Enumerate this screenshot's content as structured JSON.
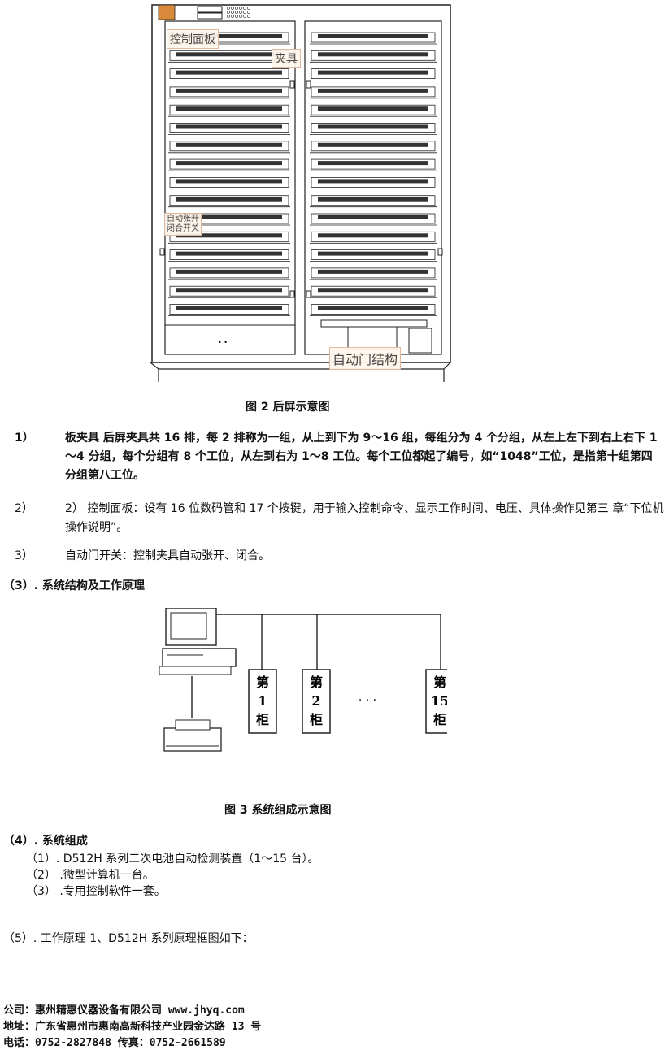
{
  "figure2": {
    "labels": {
      "control_panel": "控制面板",
      "fixture": "夹具",
      "auto_switch_line1": "自动张开",
      "auto_switch_line2": "闭合开关",
      "auto_door": "自动门结构"
    },
    "caption": "图 2   后屏示意图"
  },
  "items": [
    {
      "num": "1）",
      "text": "板夹具 后屏夹具共 16 排，每 2 排称为一组，从上到下为 9～16 组，每组分为 4 个分组，从左上左下到右上右下 1～4 分组，每个分组有 8 个工位，从左到右为 1～8 工位。每个工位都起了编号，如“1048”工位，是指第十组第四 分组第八工位。"
    },
    {
      "num": "2）",
      "text": "2） 控制面板：设有 16 位数码管和 17 个按键，用于输入控制命令、显示工作时间、电压、具体操作见第三 章“下位机操作说明”。"
    },
    {
      "num": "3）",
      "text": "自动门开关：控制夹具自动张开、闭合。"
    }
  ],
  "section3_title": "（3）. 系统结构及工作原理",
  "figure3": {
    "cabinets": [
      {
        "line1": "第",
        "line2": "1",
        "line3": "柜"
      },
      {
        "line1": "第",
        "line2": "2",
        "line3": "柜"
      },
      {
        "line1": "第",
        "line2": "15",
        "line3": "柜"
      }
    ],
    "ellipsis": "· · ·",
    "caption": "图 3   系统组成示意图"
  },
  "section4": {
    "title": "（4）. 系统组成",
    "lines": [
      "（1）.  D512H 系列二次电池自动检测装置（1～15 台）。",
      "（2） .微型计算机一台。",
      "（3） .专用控制软件一套。"
    ]
  },
  "section5": "（5）. 工作原理 1、D512H 系列原理框图如下：",
  "footer": {
    "company": "公司：惠州精惠仪器设备有限公司   www.jhyq.com",
    "address": "地址：广东省惠州市惠南高新科技产业园金达路 13 号",
    "phone": "电话：0752-2827848       传真：0752-2661589"
  }
}
